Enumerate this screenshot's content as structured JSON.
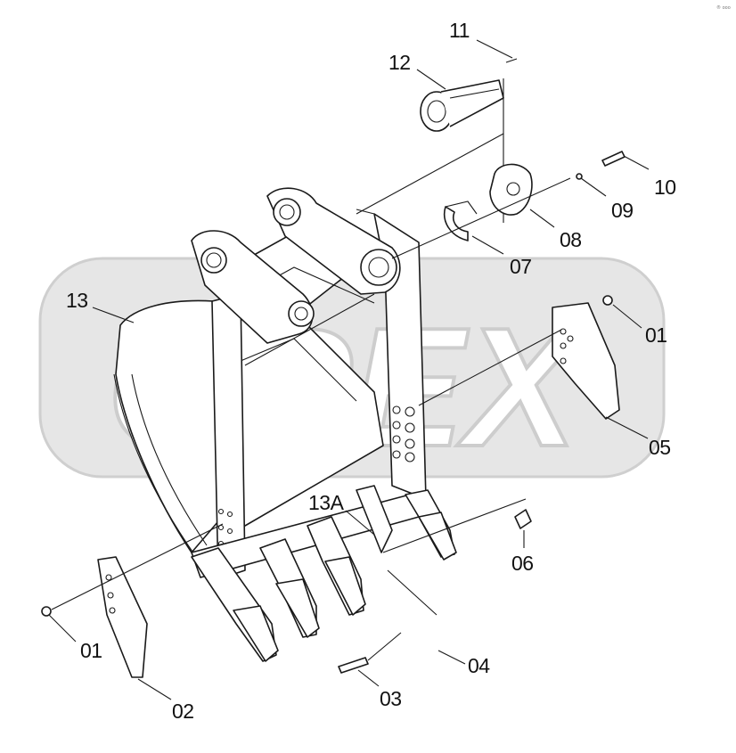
{
  "watermark": {
    "text": "OPEX"
  },
  "corner_mark": "® ooo",
  "parts": [
    {
      "id": "p11",
      "label": "11"
    },
    {
      "id": "p12",
      "label": "12"
    },
    {
      "id": "p10",
      "label": "10"
    },
    {
      "id": "p09",
      "label": "09"
    },
    {
      "id": "p08",
      "label": "08"
    },
    {
      "id": "p07",
      "label": "07"
    },
    {
      "id": "p13",
      "label": "13"
    },
    {
      "id": "p01a",
      "label": "01"
    },
    {
      "id": "p05",
      "label": "05"
    },
    {
      "id": "p13a",
      "label": "13A"
    },
    {
      "id": "p06",
      "label": "06"
    },
    {
      "id": "p01b",
      "label": "01"
    },
    {
      "id": "p02",
      "label": "02"
    },
    {
      "id": "p03",
      "label": "03"
    },
    {
      "id": "p04",
      "label": "04"
    }
  ]
}
